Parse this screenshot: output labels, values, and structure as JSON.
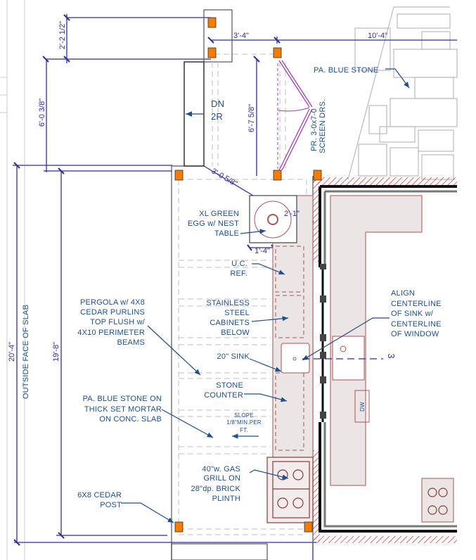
{
  "colors": {
    "dimension": "#2e2f9c",
    "label": "#1f4f8f",
    "post": "#f57c00",
    "wall_hatch": "#d33a3a",
    "counter_fill": "#ebe5e5",
    "screen_door": "#a040b0"
  },
  "dimensions": {
    "top_height": "2'-2 1/2\"",
    "upper_height": "6'-0 3/8\"",
    "overall_slab": "20'-4\"",
    "pergola_length": "19'-8\"",
    "door_width": "3'-4\"",
    "top_run": "10'-4\"",
    "screen_height": "6'-7 5/8\"",
    "diagonal": "3'-0 5/8\"",
    "egg_offset": "2'-1\"",
    "egg_depth": "1'-4\""
  },
  "labels": {
    "outside_face": "OUTSIDE FACE OF SLAB",
    "stair": [
      "DN",
      "2R"
    ],
    "screen_doors": [
      "PR. 3-0x7-0",
      "SCREEN DRS."
    ],
    "blue_stone_top": "PA. BLUE STONE",
    "egg": [
      "XL GREEN",
      "EGG w/ NEST",
      "TABLE"
    ],
    "ref": [
      "U.C.",
      "REF."
    ],
    "cabinets": [
      "STAINLESS",
      "STEEL",
      "CABINETS",
      "BELOW"
    ],
    "align": [
      "ALIGN",
      "CENTERLINE",
      "OF SINK w/",
      "CENTERLINE",
      "OF WINDOW"
    ],
    "pergola": [
      "PERGOLA w/ 4X8",
      "CEDAR PURLINS",
      "TOP FLUSH w/",
      "4X10 PERIMETER",
      "BEAMS"
    ],
    "sink": "20\" SINK",
    "counter": [
      "STONE",
      "COUNTER"
    ],
    "blue_stone_slab": [
      "PA. BLUE STONE  ON",
      "THICK SET MORTAR",
      "ON CONC. SLAB"
    ],
    "slope": [
      "SLOPE",
      "1/8\"MIN.PER",
      "FT."
    ],
    "grill": [
      "40\"w. GAS",
      "GRILL ON",
      "28\"dp. BRICK",
      "PLINTH"
    ],
    "post": [
      "6X8 CEDAR",
      "POST"
    ],
    "dw": "DW",
    "section_mark": "3"
  }
}
